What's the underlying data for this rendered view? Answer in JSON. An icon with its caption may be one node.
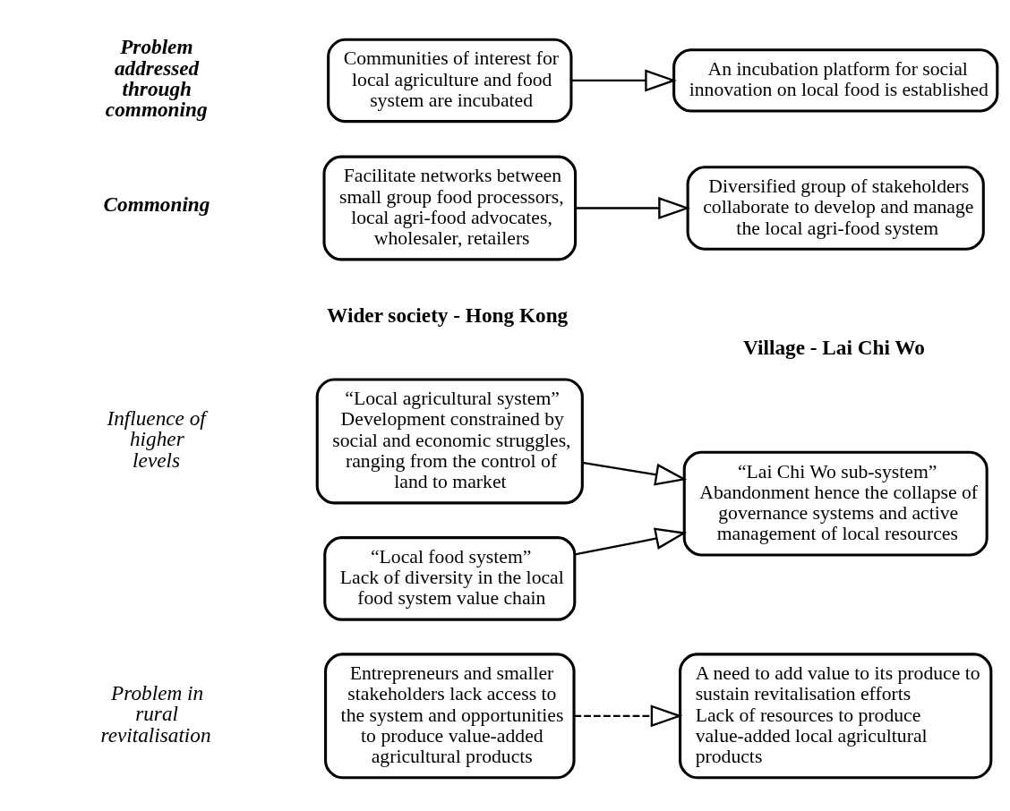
{
  "diagram": {
    "nodes": [
      {
        "text": [
          "“Local agricultural system”",
          "Development constrained by social and economic struggles, ranging from the control of land to market"
        ]
      },
      {
        "text": [
          "“Local food system”",
          "Lack of diversity in the local food system value chain"
        ]
      },
      {
        "text": [
          "“Lai Chi Wo sub-system”",
          "Abandonment hence the collapse of governance systems and active management of local resources"
        ]
      },
      {
        "text": [
          "Entrepreneurs and smaller stakeholders lack access to the system and opportunities to produce value-added agricultural products"
        ]
      },
      {
        "text": [
          "A need to add value to its produce to sustain revitalisation efforts",
          "Lack of resources to produce value-added local agricultural products"
        ]
      },
      {
        "text": [
          "Communities of interest for local agriculture and food system are incubated"
        ]
      },
      {
        "text": [
          "An incubation platform for social innovation on local food is established"
        ]
      },
      {
        "text": [
          "Facilitate networks between small group food processors, local agri-food advocates, wholesaler, retailers"
        ]
      },
      {
        "text": [
          "Diversified group of stakeholders collaborate to develop and manage the local agri-food system"
        ]
      }
    ],
    "edges": [
      {
        "from": 0,
        "to": 2,
        "arrow": "to"
      },
      {
        "from": 1,
        "to": 2,
        "arrow": "to"
      },
      {
        "from": 3,
        "to": 4,
        "arrow": "to",
        "style": "dashed"
      },
      {
        "from": 5,
        "to": 6,
        "arrow": "to"
      },
      {
        "from": 7,
        "to": 8,
        "arrow": "to"
      }
    ],
    "labels": [
      "Wider society - Hong Kong",
      "Village - Lai Chi Wo",
      "Influence of higher levels",
      "Problem in rural revitalisation",
      "Problem addressed through commoning",
      "Commoning"
    ]
  }
}
